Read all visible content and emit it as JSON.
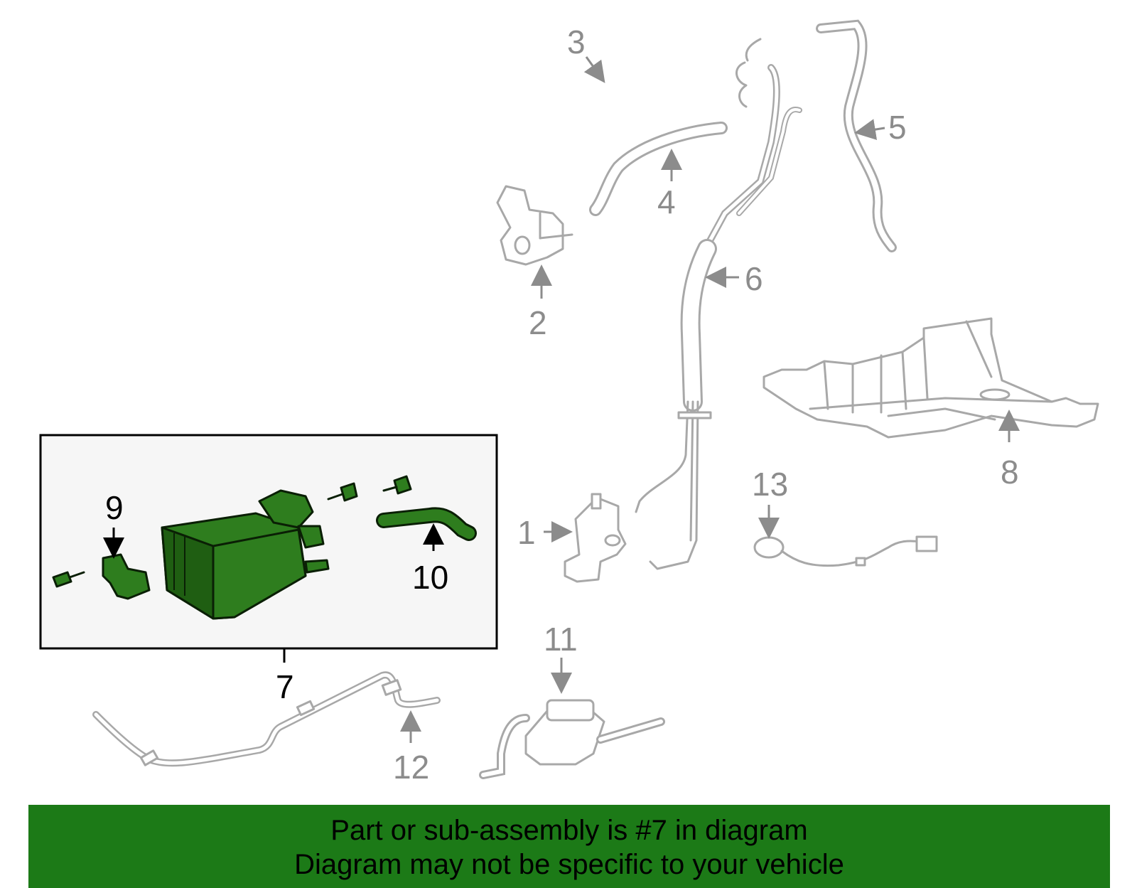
{
  "callouts": {
    "c1": "1",
    "c2": "2",
    "c3": "3",
    "c4": "4",
    "c5": "5",
    "c6": "6",
    "c7": "7",
    "c8": "8",
    "c9": "9",
    "c10": "10",
    "c11": "11",
    "c12": "12",
    "c13": "13"
  },
  "banner": {
    "line1": "Part or sub-assembly is #7 in diagram",
    "line2": "Diagram may not be specific to your vehicle"
  },
  "colors": {
    "highlight_part": "#2e7d1e",
    "banner": "#1c7a17",
    "inactive_part": "#a8a8a8",
    "inset_background": "#f6f6f6"
  }
}
